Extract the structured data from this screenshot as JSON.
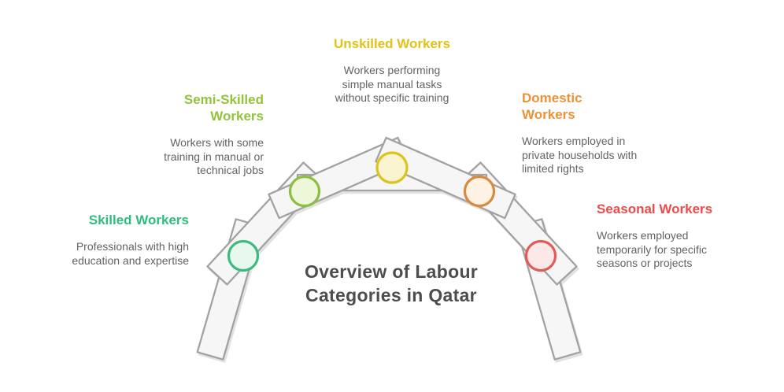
{
  "title": {
    "text": "Overview of Labour\nCategories in Qatar"
  },
  "diagram": {
    "plank_fill": "#f6f6f6",
    "plank_stroke": "#a2a2a2"
  },
  "categories": [
    {
      "name": "Skilled Workers",
      "description": "Professionals with high\neducation and expertise",
      "color": "#2ebd7d",
      "circle_stroke": "#3bbc7a",
      "circle_fill": "#e7f8ee"
    },
    {
      "name": "Semi-Skilled\nWorkers",
      "description": "Workers with some\ntraining in manual or\ntechnical jobs",
      "color": "#94c23d",
      "circle_stroke": "#8bbf41",
      "circle_fill": "#eff7da"
    },
    {
      "name": "Unskilled Workers",
      "description": "Workers performing\nsimple manual tasks\nwithout specific training",
      "color": "#e2c217",
      "circle_stroke": "#dcc41e",
      "circle_fill": "#faf4d0"
    },
    {
      "name": "Domestic\nWorkers",
      "description": "Workers employed in\nprivate households with\nlimited rights",
      "color": "#ec9237",
      "circle_stroke": "#d98a3e",
      "circle_fill": "#fdf2e3"
    },
    {
      "name": "Seasonal Workers",
      "description": "Workers employed\ntemporarily for specific\nseasons or projects",
      "color": "#ee4a49",
      "circle_stroke": "#e15b59",
      "circle_fill": "#fce9e7"
    }
  ]
}
